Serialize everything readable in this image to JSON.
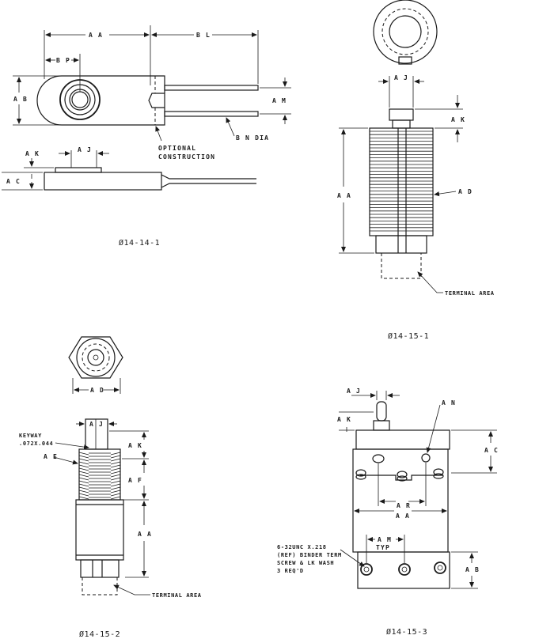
{
  "figures": [
    {
      "caption": "Ø14-14-1",
      "labels": {
        "aa": "A A",
        "bl": "B L",
        "bp": "B P",
        "ab": "A B",
        "am": "A M",
        "bn": "B N DIA",
        "opt1": "OPTIONAL",
        "opt2": "CONSTRUCTION",
        "ak": "A K",
        "aj": "A J",
        "ac": "A C"
      }
    },
    {
      "caption": "Ø14-15-1",
      "labels": {
        "aj": "A J",
        "ak": "A K",
        "aa": "A A",
        "ad": "A D",
        "term": "TERMINAL AREA"
      }
    },
    {
      "caption": "Ø14-15-2",
      "labels": {
        "ad": "A D",
        "aj": "A J",
        "ak": "A K",
        "keyway1": "KEYWAY",
        "keyway2": ".072X.044",
        "ae": "A E",
        "af": "A F",
        "aa": "A A",
        "term": "TERMINAL AREA"
      }
    },
    {
      "caption": "Ø14-15-3",
      "labels": {
        "aj": "A J",
        "an": "A N",
        "ak": "A K",
        "ac": "A C",
        "ar": "A R",
        "aa": "A A",
        "am": "A M",
        "typ": "TYP",
        "ab": "A B",
        "note1": "6-32UNC X.218",
        "note2": "(REF) BINDER TERM",
        "note3": "SCREW & LK WASH",
        "note4": "3 REQ'D"
      }
    }
  ]
}
